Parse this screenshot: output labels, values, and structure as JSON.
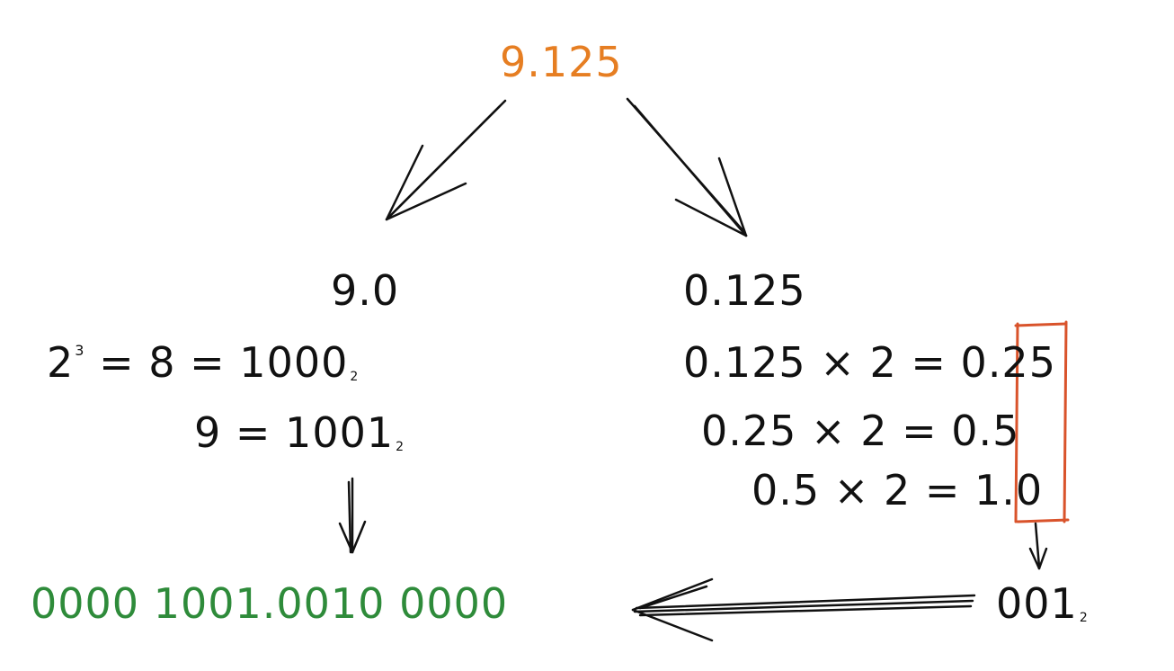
{
  "diagram": {
    "root": "9.125",
    "integer_part": {
      "title": "9.0",
      "line1": {
        "base": "2",
        "exp": "3",
        "rest": " = 8 = 1000",
        "sub": "2"
      },
      "line2": {
        "text": "9 = 1001",
        "sub": "2"
      }
    },
    "fractional_part": {
      "title": "0.125",
      "steps": [
        {
          "left": "0.125 × 2 = ",
          "digit": "0",
          "rest": ".25"
        },
        {
          "left": "0.25 × 2 = ",
          "digit": "0",
          "rest": ".5"
        },
        {
          "left": "0.5 × 2 = ",
          "digit": "1",
          "rest": ".0"
        }
      ],
      "result": {
        "text": "001",
        "sub": "2"
      }
    },
    "final_binary": "0000 1001.0010 0000"
  },
  "colors": {
    "ink": "#111111",
    "root": "#e67e22",
    "result": "#2e8b3a",
    "highlight_box": "#d9532b"
  }
}
